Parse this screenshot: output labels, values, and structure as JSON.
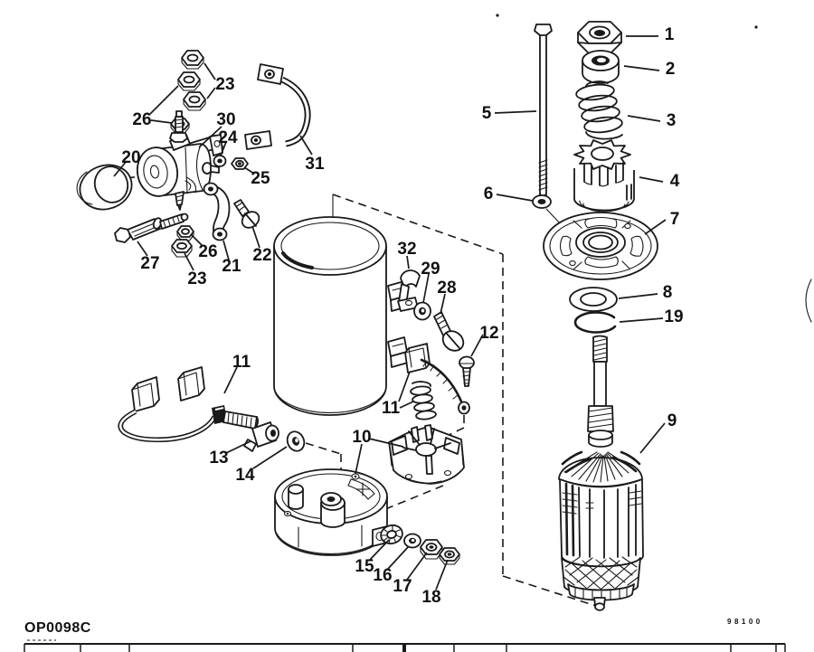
{
  "diagram": {
    "code": "OP0098C",
    "ref_number": "98100",
    "callouts": [
      {
        "label": "1"
      },
      {
        "label": "2"
      },
      {
        "label": "3"
      },
      {
        "label": "4"
      },
      {
        "label": "5"
      },
      {
        "label": "6"
      },
      {
        "label": "7"
      },
      {
        "label": "8"
      },
      {
        "label": "19"
      },
      {
        "label": "9"
      },
      {
        "label": "23"
      },
      {
        "label": "26"
      },
      {
        "label": "30"
      },
      {
        "label": "24"
      },
      {
        "label": "25"
      },
      {
        "label": "31"
      },
      {
        "label": "20"
      },
      {
        "label": "27"
      },
      {
        "label": "26"
      },
      {
        "label": "23"
      },
      {
        "label": "21"
      },
      {
        "label": "22"
      },
      {
        "label": "32"
      },
      {
        "label": "29"
      },
      {
        "label": "28"
      },
      {
        "label": "12"
      },
      {
        "label": "11"
      },
      {
        "label": "11"
      },
      {
        "label": "13"
      },
      {
        "label": "14"
      },
      {
        "label": "10"
      },
      {
        "label": "15"
      },
      {
        "label": "16"
      },
      {
        "label": "17"
      },
      {
        "label": "18"
      }
    ],
    "colors": {
      "ink": "#1a1a1a",
      "paper": "#ffffff"
    }
  }
}
